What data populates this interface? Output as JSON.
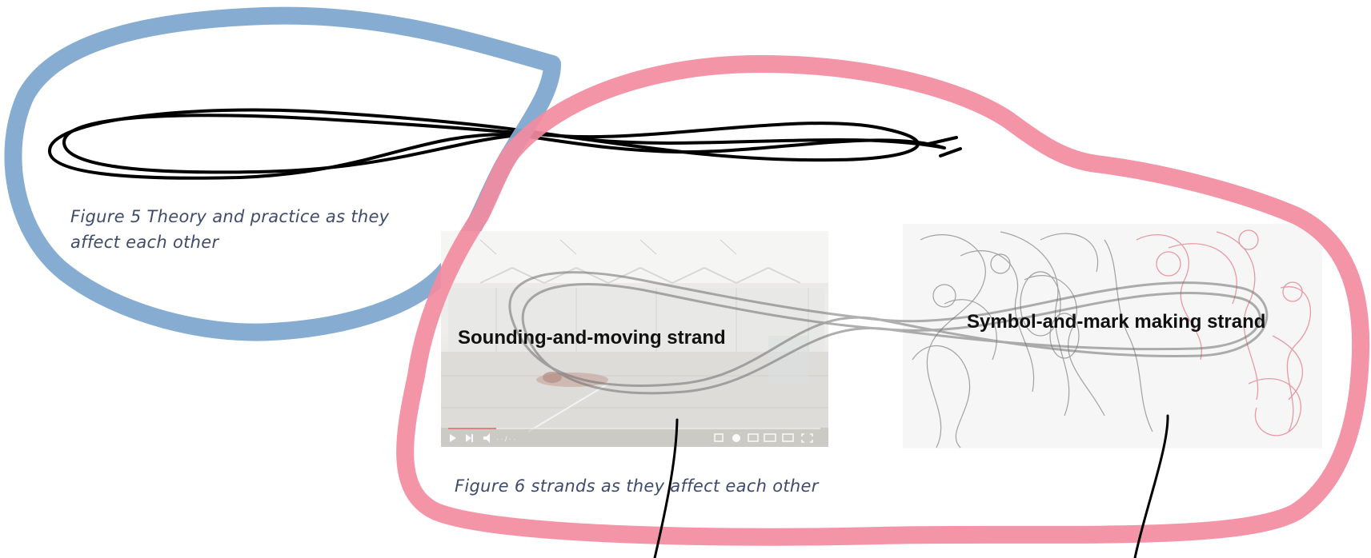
{
  "figure5": {
    "caption_line1": "Figure 5 Theory and practice as they",
    "caption_line2": "affect each other"
  },
  "figure6": {
    "caption": "Figure 6 strands as they affect each other",
    "left_panel_label": "Sounding-and-moving strand",
    "right_panel_label": "Symbol-and-mark making strand"
  },
  "colors": {
    "blue_outline": "#7fa9cf",
    "pink_outline": "#f28ba0",
    "ink": "#000000",
    "caption_text": "#3f4b6a"
  },
  "icons": [
    "play-icon",
    "next-icon",
    "volume-icon",
    "settings-icon",
    "miniplayer-icon",
    "theater-icon",
    "cast-icon",
    "fullscreen-icon"
  ]
}
